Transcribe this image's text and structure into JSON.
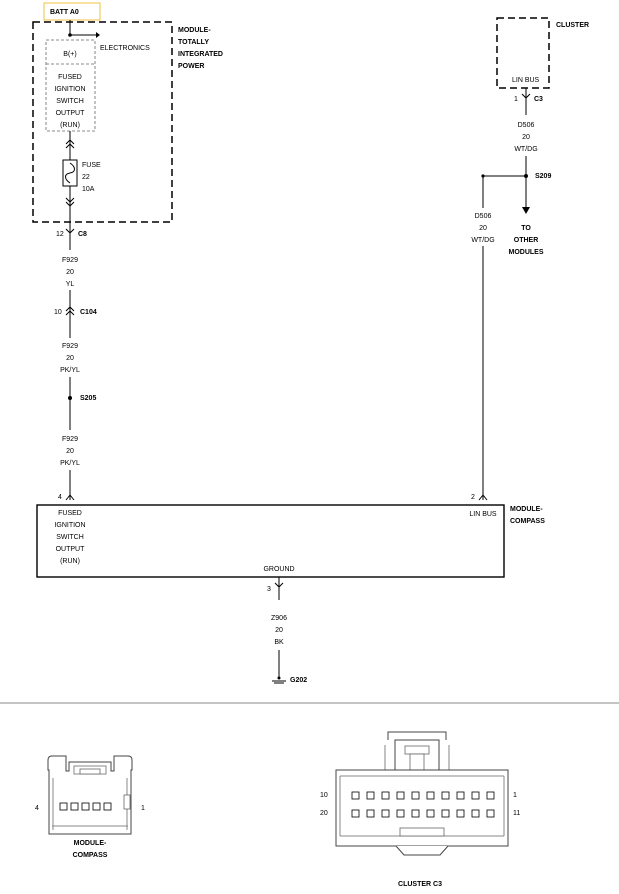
{
  "labels": {
    "batt": "BATT A0",
    "tipm_title": [
      "MODULE-",
      "TOTALLY",
      "INTEGRATED",
      "POWER"
    ],
    "electronics": "ELECTRONICS",
    "bplus": "B(+)",
    "fused_out_inner": [
      "FUSED",
      "IGNITION",
      "SWITCH",
      "OUTPUT",
      "(RUN)"
    ],
    "fuse": [
      "FUSE",
      "22",
      "10A"
    ],
    "cluster_title": "CLUSTER",
    "cluster_pin_label": "LIN BUS",
    "cluster_pin": "1",
    "c3": "C3",
    "wire_d506_top": [
      "D506",
      "20",
      "WT/DG"
    ],
    "s209": "S209",
    "wire_d506_down": [
      "D506",
      "20",
      "WT/DG"
    ],
    "to_other": [
      "TO",
      "OTHER",
      "MODULES"
    ],
    "c8_pin": "12",
    "c8": "C8",
    "wire_f929_yl": [
      "F929",
      "20",
      "YL"
    ],
    "c104_pin": "10",
    "c104": "C104",
    "wire_f929_pkyl_1": [
      "F929",
      "20",
      "PK/YL"
    ],
    "s205": "S205",
    "wire_f929_pkyl_2": [
      "F929",
      "20",
      "PK/YL"
    ],
    "compass_pin4": "4",
    "compass_pin2": "2",
    "compass_title": [
      "MODULE-",
      "COMPASS"
    ],
    "compass_left": [
      "FUSED",
      "IGNITION",
      "SWITCH",
      "OUTPUT",
      "(RUN)"
    ],
    "compass_linbus": "LIN BUS",
    "compass_ground": "GROUND",
    "ground_pin": "3",
    "wire_z906": [
      "Z906",
      "20",
      "BK"
    ],
    "g202": "G202",
    "conn_compass_pin4": "4",
    "conn_compass_pin1": "1",
    "conn_compass_name": [
      "MODULE-",
      "COMPASS"
    ],
    "conn_c3_pin10": "10",
    "conn_c3_pin1": "1",
    "conn_c3_pin20": "20",
    "conn_c3_pin11": "11",
    "conn_c3_name": "CLUSTER C3"
  }
}
